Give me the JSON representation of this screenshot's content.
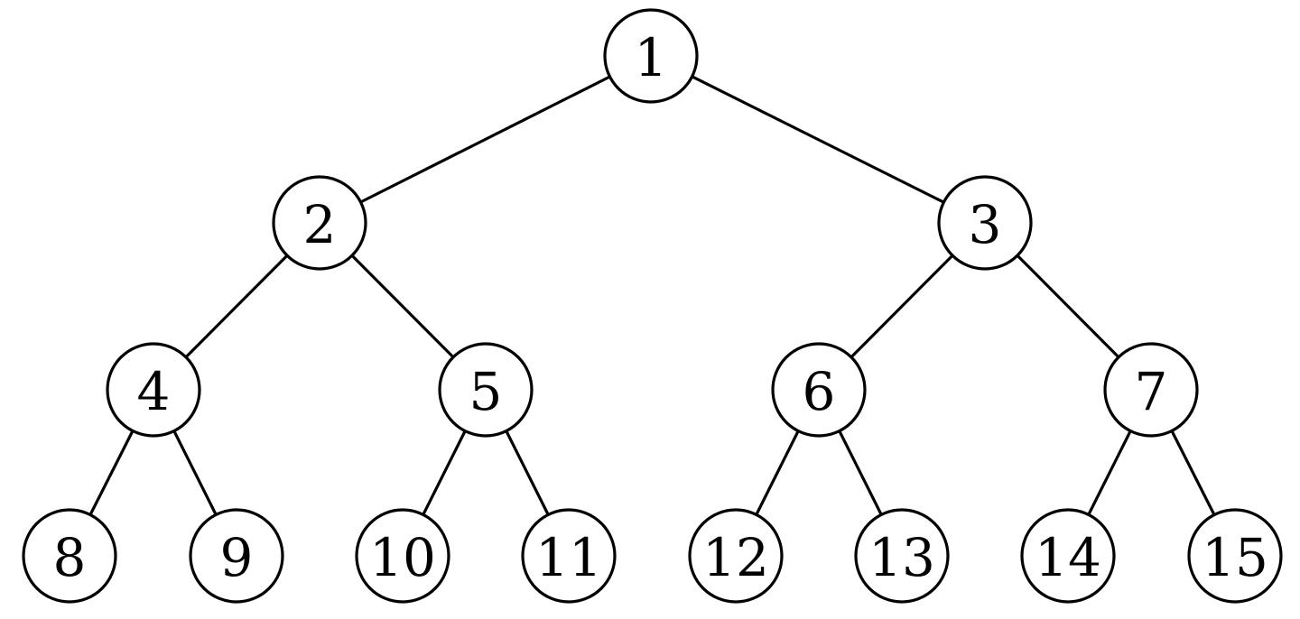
{
  "tree": {
    "nodes": [
      {
        "id": 1,
        "label": "1"
      },
      {
        "id": 2,
        "label": "2"
      },
      {
        "id": 3,
        "label": "3"
      },
      {
        "id": 4,
        "label": "4"
      },
      {
        "id": 5,
        "label": "5"
      },
      {
        "id": 6,
        "label": "6"
      },
      {
        "id": 7,
        "label": "7"
      },
      {
        "id": 8,
        "label": "8"
      },
      {
        "id": 9,
        "label": "9"
      },
      {
        "id": 10,
        "label": "10"
      },
      {
        "id": 11,
        "label": "11"
      },
      {
        "id": 12,
        "label": "12"
      },
      {
        "id": 13,
        "label": "13"
      },
      {
        "id": 14,
        "label": "14"
      },
      {
        "id": 15,
        "label": "15"
      }
    ],
    "edges": [
      [
        1,
        2
      ],
      [
        1,
        3
      ],
      [
        2,
        4
      ],
      [
        2,
        5
      ],
      [
        3,
        6
      ],
      [
        3,
        7
      ],
      [
        4,
        8
      ],
      [
        4,
        9
      ],
      [
        5,
        10
      ],
      [
        5,
        11
      ],
      [
        6,
        12
      ],
      [
        6,
        13
      ],
      [
        7,
        14
      ],
      [
        7,
        15
      ]
    ]
  }
}
